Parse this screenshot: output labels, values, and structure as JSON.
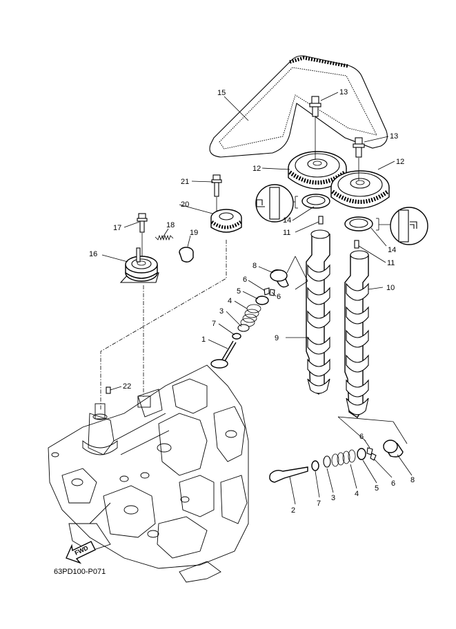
{
  "labels": {
    "l1": "1",
    "l2": "2",
    "l3a": "3",
    "l3b": "3",
    "l4a": "4",
    "l4b": "4",
    "l5a": "5",
    "l5b": "5",
    "l6a": "6",
    "l6b": "6",
    "l6c": "6",
    "l6d": "6",
    "l7a": "7",
    "l7b": "7",
    "l8a": "8",
    "l8b": "8",
    "l9": "9",
    "l10": "10",
    "l11a": "11",
    "l11b": "11",
    "l12a": "12",
    "l12b": "12",
    "l13a": "13",
    "l13b": "13",
    "l14a": "14",
    "l14b": "14",
    "l15": "15",
    "l16": "16",
    "l17": "17",
    "l18": "18",
    "l19": "19",
    "l20": "20",
    "l21": "21",
    "l22": "22"
  },
  "fwd_label": "FWD",
  "diagram_code": "63PD100-P071"
}
